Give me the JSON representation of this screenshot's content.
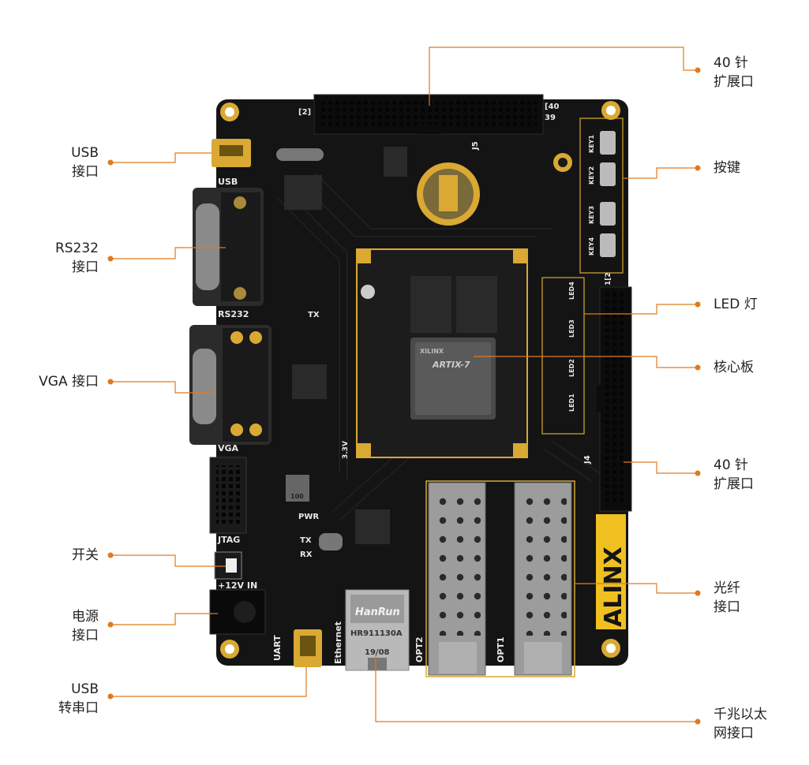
{
  "colors": {
    "accent": "#e07a1f",
    "pcb": "#141414",
    "silk": "#e8e8e8",
    "gold": "#d9a933",
    "brand": "#f0c020"
  },
  "labels": {
    "left": [
      {
        "id": "usb",
        "lines": [
          "USB",
          "接口"
        ]
      },
      {
        "id": "rs232",
        "lines": [
          "RS232",
          "接口"
        ]
      },
      {
        "id": "vga",
        "lines": [
          "VGA 接口"
        ]
      },
      {
        "id": "switch",
        "lines": [
          "开关"
        ]
      },
      {
        "id": "power",
        "lines": [
          "电源",
          "接口"
        ]
      },
      {
        "id": "usb_uart",
        "lines": [
          "USB",
          "转串口"
        ]
      }
    ],
    "right": [
      {
        "id": "exp40_top",
        "lines": [
          "40 针",
          "扩展口"
        ]
      },
      {
        "id": "keys",
        "lines": [
          "按键"
        ]
      },
      {
        "id": "led",
        "lines": [
          "LED 灯"
        ]
      },
      {
        "id": "core",
        "lines": [
          "核心板"
        ]
      },
      {
        "id": "exp40_bottom",
        "lines": [
          "40 针",
          "扩展口"
        ]
      },
      {
        "id": "fiber",
        "lines": [
          "光纤",
          "接口"
        ]
      },
      {
        "id": "ethernet",
        "lines": [
          "千兆以太",
          "网接口"
        ]
      }
    ]
  },
  "board": {
    "silk": {
      "usb": "USB",
      "rs232": "RS232",
      "vga": "VGA",
      "jtag": "JTAG",
      "power_in": "+12V IN",
      "uart": "UART",
      "ethernet": "Ethernet",
      "opt1": "OPT1",
      "opt2": "OPT2",
      "j5": "J5",
      "j4": "J4",
      "pwr": "PWR",
      "tx": "TX",
      "rx": "RX",
      "key1": "KEY1",
      "key2": "KEY2",
      "key3": "KEY3",
      "key4": "KEY4",
      "led1": "LED1",
      "led2": "LED2",
      "led3": "LED3",
      "led4": "LED4",
      "brand": "ALINX",
      "pin_top_left": "[2]",
      "pin_top_right": "[40",
      "pin_top_right2": "39",
      "pin_side": "1[2",
      "v33": "3.3V",
      "magjack_brand": "HanRun",
      "magjack_model": "HR911130A",
      "magjack_date": "19/08",
      "fpga_brand": "XILINX",
      "fpga_family": "ARTIX-7",
      "inductor": "100"
    }
  }
}
